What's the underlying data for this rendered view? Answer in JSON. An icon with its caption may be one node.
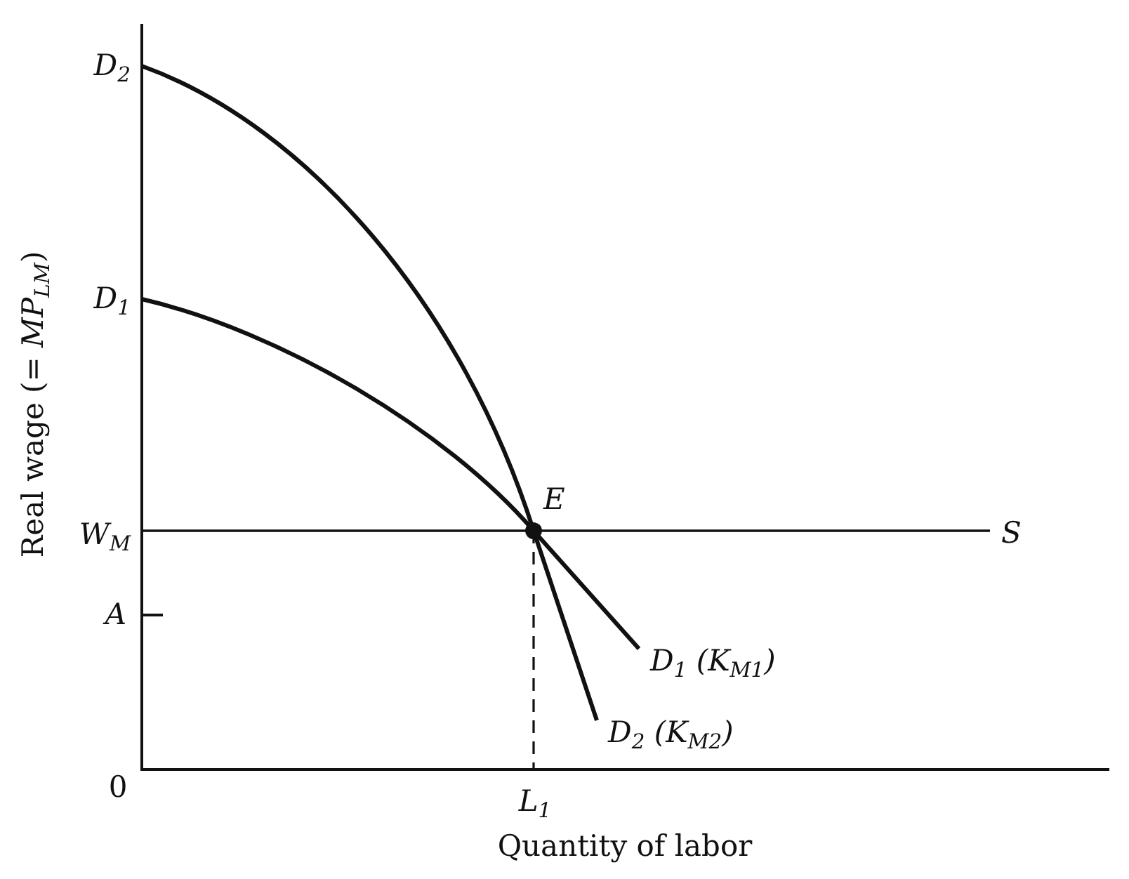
{
  "diagram": {
    "labels": [
      "D$_{2}$",
      "Real wage (= *MP*$_{LM}$)",
      "D$_{1}$",
      "E",
      "W$_{M}$",
      "S",
      "A",
      "D$_{1}$ (K$_{M1}$)",
      "D$_{2}$ (K$_{M2}$)",
      "0",
      "L$_{1}$",
      "Quantity of labor"
    ]
  }
}
